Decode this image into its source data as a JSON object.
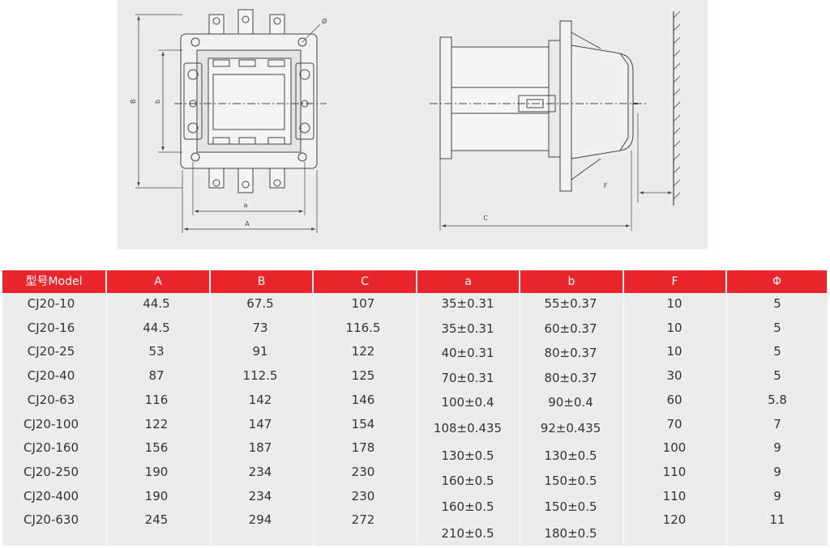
{
  "table": {
    "headers": [
      "型号Model",
      "A",
      "B",
      "C",
      "a",
      "b",
      "F",
      "Φ"
    ],
    "rows": [
      [
        "CJ20-10",
        "44.5",
        "67.5",
        "107",
        "35±0.31",
        "55±0.37",
        "10",
        "5"
      ],
      [
        "CJ20-16",
        "44.5",
        "73",
        "116.5",
        "35±0.31",
        "60±0.37",
        "10",
        "5"
      ],
      [
        "CJ20-25",
        "53",
        "91",
        "122",
        "40±0.31",
        "80±0.37",
        "10",
        "5"
      ],
      [
        "CJ20-40",
        "87",
        "112.5",
        "125",
        "70±0.31",
        "80±0.37",
        "30",
        "5"
      ],
      [
        "CJ20-63",
        "116",
        "142",
        "146",
        "100±0.4",
        "90±0.4",
        "60",
        "5.8"
      ],
      [
        "CJ20-100",
        "122",
        "147",
        "154",
        "108±0.435",
        "92±0.435",
        "70",
        "7"
      ],
      [
        "CJ20-160",
        "156",
        "187",
        "178",
        "130±0.5",
        "130±0.5",
        "100",
        "9"
      ],
      [
        "CJ20-250",
        "190",
        "234",
        "230",
        "160±0.5",
        "150±0.5",
        "110",
        "9"
      ],
      [
        "CJ20-400",
        "190",
        "234",
        "230",
        "160±0.5",
        "150±0.5",
        "110",
        "9"
      ],
      [
        "CJ20-630",
        "245",
        "294",
        "272",
        "210±0.5",
        "180±0.5",
        "120",
        "11"
      ]
    ]
  },
  "drawing": {
    "front_labels": {
      "A": "A",
      "B": "B",
      "a": "a",
      "b": "b",
      "phi": "Ø"
    },
    "side_labels": {
      "C": "C",
      "F": "F"
    }
  },
  "colors": {
    "header_bg": "#e8262b",
    "header_text": "#ffffff",
    "table_bg": "#ececec",
    "text": "#333333"
  }
}
